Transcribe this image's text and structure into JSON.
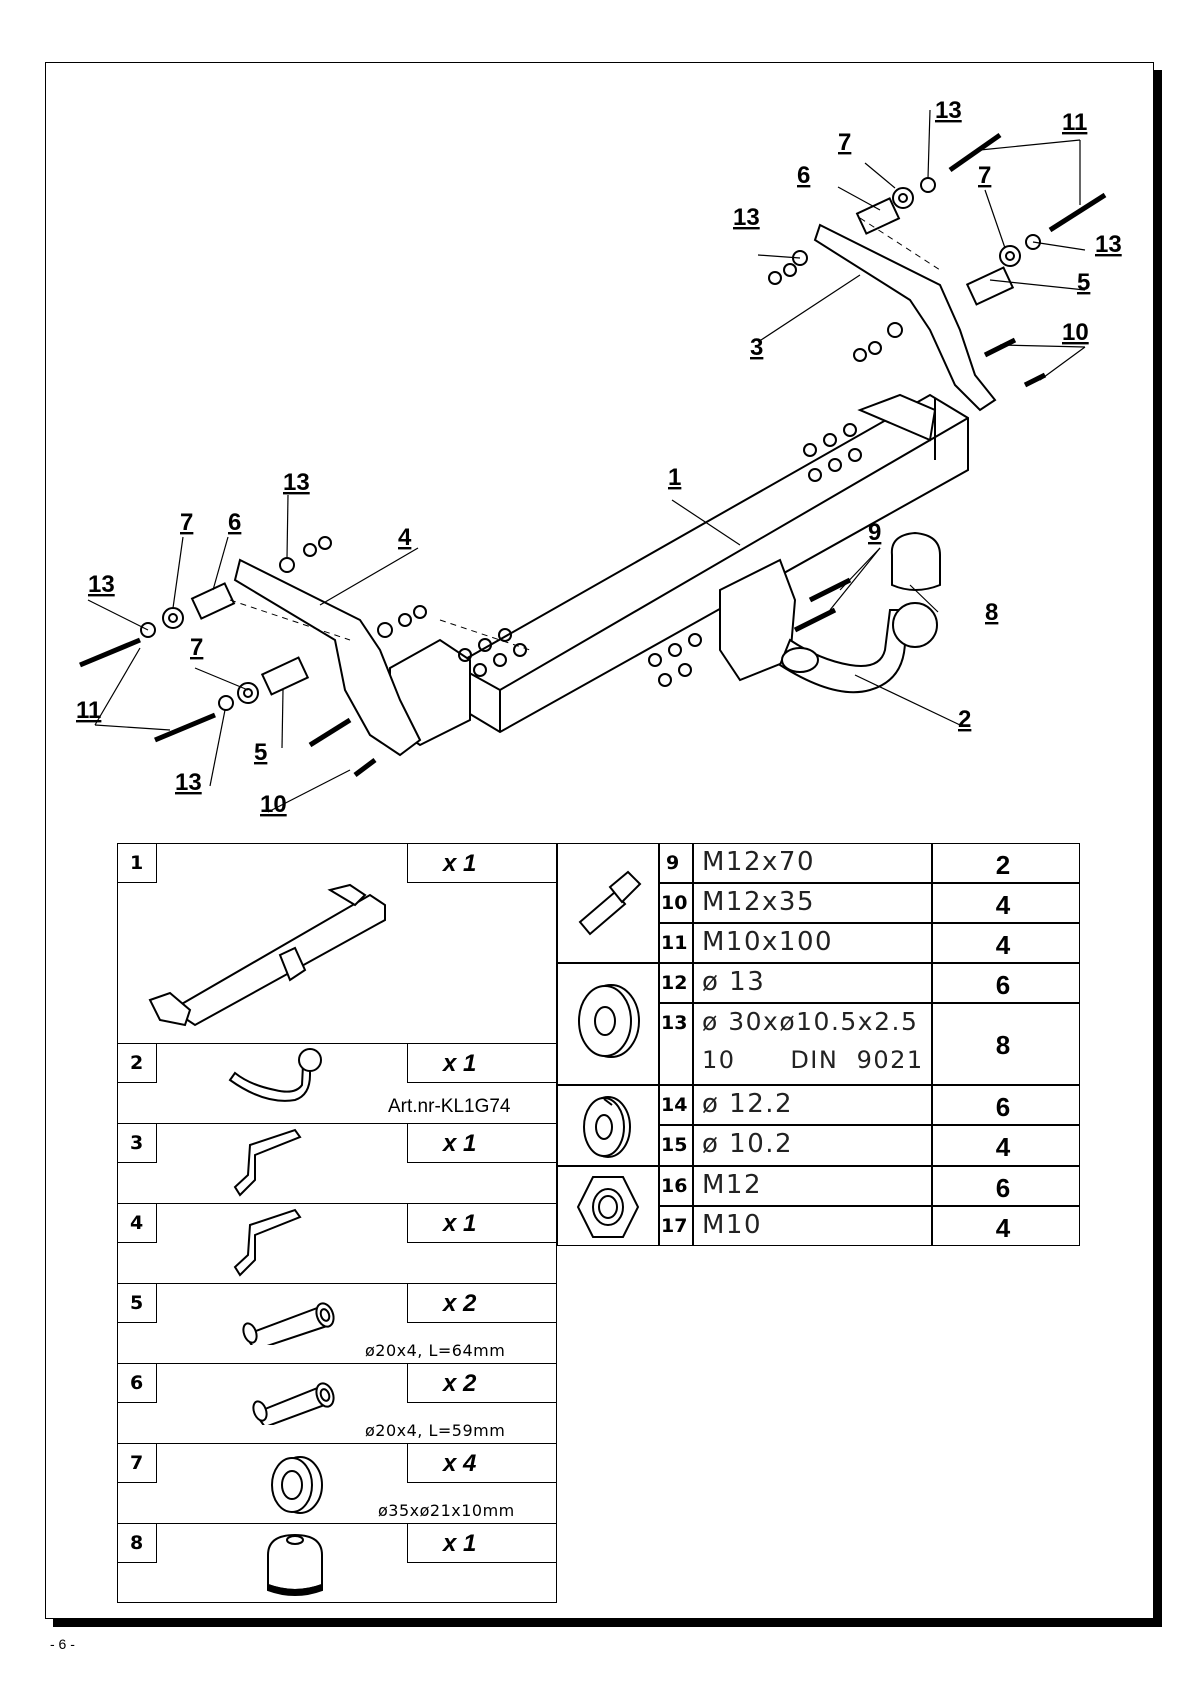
{
  "diagram": {
    "callouts": [
      "13",
      "7",
      "11",
      "6",
      "7",
      "13",
      "13",
      "3",
      "5",
      "10",
      "1",
      "13",
      "7",
      "6",
      "4",
      "9",
      "13",
      "8",
      "7",
      "11",
      "2",
      "5",
      "13",
      "10"
    ]
  },
  "left_table": [
    {
      "num": "1",
      "qty": "x 1",
      "note": ""
    },
    {
      "num": "2",
      "qty": "x 1",
      "note": "Art.nr-KL1G74"
    },
    {
      "num": "3",
      "qty": "x 1",
      "note": ""
    },
    {
      "num": "4",
      "qty": "x 1",
      "note": ""
    },
    {
      "num": "5",
      "qty": "x 2",
      "note": "ø20x4,  L=64mm"
    },
    {
      "num": "6",
      "qty": "x 2",
      "note": "ø20x4,  L=59mm"
    },
    {
      "num": "7",
      "qty": "x 4",
      "note": "ø35xø21x10mm"
    },
    {
      "num": "8",
      "qty": "x 1",
      "note": ""
    }
  ],
  "right_table": [
    {
      "num": "9",
      "desc": "M12x70",
      "qty": "2"
    },
    {
      "num": "10",
      "desc": "M12x35",
      "qty": "4"
    },
    {
      "num": "11",
      "desc": "M10x100",
      "qty": "4"
    },
    {
      "num": "12",
      "desc": "ø 13",
      "qty": "6"
    },
    {
      "num": "13",
      "desc": "ø 30xø10.5x2.5",
      "desc2": "10      DIN  9021",
      "qty": "8"
    },
    {
      "num": "14",
      "desc": "ø 12.2",
      "qty": "6"
    },
    {
      "num": "15",
      "desc": "ø 10.2",
      "qty": "4"
    },
    {
      "num": "16",
      "desc": "M12",
      "qty": "6"
    },
    {
      "num": "17",
      "desc": "M10",
      "qty": "4"
    }
  ],
  "footer": {
    "page": "- 6 -"
  }
}
